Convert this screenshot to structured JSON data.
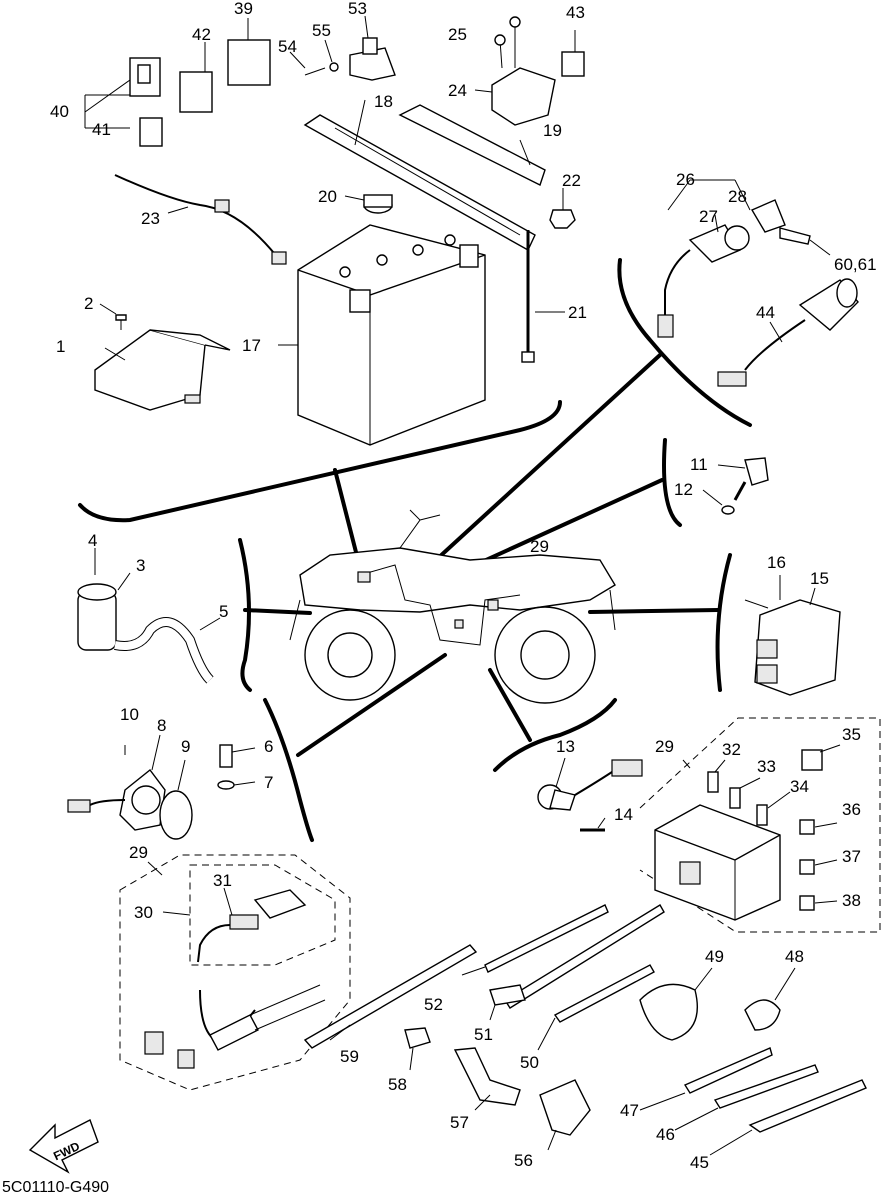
{
  "diagram": {
    "caption": "5C01110-G490",
    "fwd_label": "FWD",
    "callouts": [
      {
        "id": "1",
        "label": "1"
      },
      {
        "id": "2",
        "label": "2"
      },
      {
        "id": "3",
        "label": "3"
      },
      {
        "id": "4",
        "label": "4"
      },
      {
        "id": "5",
        "label": "5"
      },
      {
        "id": "6",
        "label": "6"
      },
      {
        "id": "7",
        "label": "7"
      },
      {
        "id": "8",
        "label": "8"
      },
      {
        "id": "9",
        "label": "9"
      },
      {
        "id": "10",
        "label": "10"
      },
      {
        "id": "11",
        "label": "11"
      },
      {
        "id": "12",
        "label": "12"
      },
      {
        "id": "13",
        "label": "13"
      },
      {
        "id": "14",
        "label": "14"
      },
      {
        "id": "15",
        "label": "15"
      },
      {
        "id": "16",
        "label": "16"
      },
      {
        "id": "17",
        "label": "17"
      },
      {
        "id": "18",
        "label": "18"
      },
      {
        "id": "19",
        "label": "19"
      },
      {
        "id": "20",
        "label": "20"
      },
      {
        "id": "21",
        "label": "21"
      },
      {
        "id": "22",
        "label": "22"
      },
      {
        "id": "23",
        "label": "23"
      },
      {
        "id": "24",
        "label": "24"
      },
      {
        "id": "25",
        "label": "25"
      },
      {
        "id": "26",
        "label": "26"
      },
      {
        "id": "27",
        "label": "27"
      },
      {
        "id": "28",
        "label": "28"
      },
      {
        "id": "29a",
        "label": "29"
      },
      {
        "id": "29b",
        "label": "29"
      },
      {
        "id": "29c",
        "label": "29"
      },
      {
        "id": "30",
        "label": "30"
      },
      {
        "id": "31",
        "label": "31"
      },
      {
        "id": "32",
        "label": "32"
      },
      {
        "id": "33",
        "label": "33"
      },
      {
        "id": "34",
        "label": "34"
      },
      {
        "id": "35",
        "label": "35"
      },
      {
        "id": "36",
        "label": "36"
      },
      {
        "id": "37",
        "label": "37"
      },
      {
        "id": "38",
        "label": "38"
      },
      {
        "id": "39",
        "label": "39"
      },
      {
        "id": "40",
        "label": "40"
      },
      {
        "id": "41",
        "label": "41"
      },
      {
        "id": "42",
        "label": "42"
      },
      {
        "id": "43",
        "label": "43"
      },
      {
        "id": "44",
        "label": "44"
      },
      {
        "id": "45",
        "label": "45"
      },
      {
        "id": "46",
        "label": "46"
      },
      {
        "id": "47",
        "label": "47"
      },
      {
        "id": "48",
        "label": "48"
      },
      {
        "id": "49",
        "label": "49"
      },
      {
        "id": "50",
        "label": "50"
      },
      {
        "id": "51",
        "label": "51"
      },
      {
        "id": "52",
        "label": "52"
      },
      {
        "id": "53",
        "label": "53"
      },
      {
        "id": "54",
        "label": "54"
      },
      {
        "id": "55",
        "label": "55"
      },
      {
        "id": "56",
        "label": "56"
      },
      {
        "id": "57",
        "label": "57"
      },
      {
        "id": "58",
        "label": "58"
      },
      {
        "id": "59",
        "label": "59"
      },
      {
        "id": "60_61",
        "label": "60,61"
      }
    ]
  }
}
